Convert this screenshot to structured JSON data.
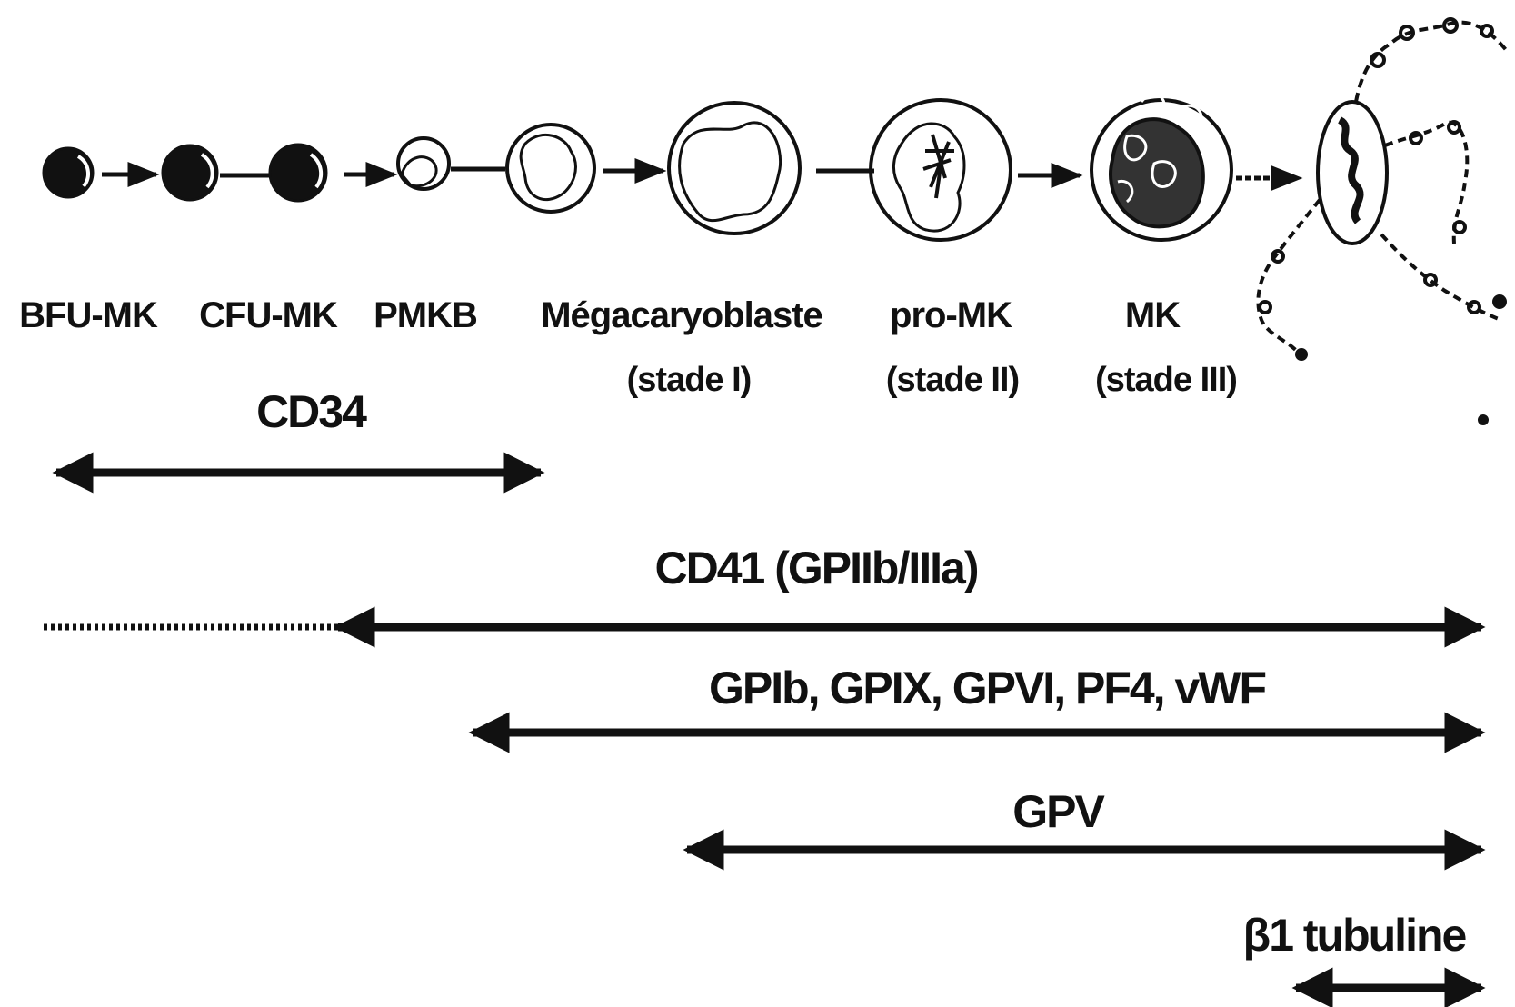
{
  "stages": [
    {
      "id": "bfu",
      "name": "BFU-MK",
      "sub": ""
    },
    {
      "id": "cfu",
      "name": "CFU-MK",
      "sub": ""
    },
    {
      "id": "pmkb",
      "name": "PMKB",
      "sub": ""
    },
    {
      "id": "megacaryoblaste",
      "name": "Mégacaryoblaste",
      "sub": "(stade I)"
    },
    {
      "id": "promk",
      "name": "pro-MK",
      "sub": "(stade II)"
    },
    {
      "id": "mk",
      "name": "MK",
      "sub": "(stade III)"
    }
  ],
  "markers": [
    {
      "id": "cd34",
      "label": "CD34"
    },
    {
      "id": "cd41",
      "label": "CD41 (GPIIb/IIIa)"
    },
    {
      "id": "gpib",
      "label": "GPIb, GPIX, GPVI, PF4, vWF"
    },
    {
      "id": "gpv",
      "label": "GPV"
    },
    {
      "id": "b1tub",
      "label": "β1 tubuline"
    }
  ],
  "colors": {
    "ink": "#111111",
    "background": "#ffffff"
  }
}
